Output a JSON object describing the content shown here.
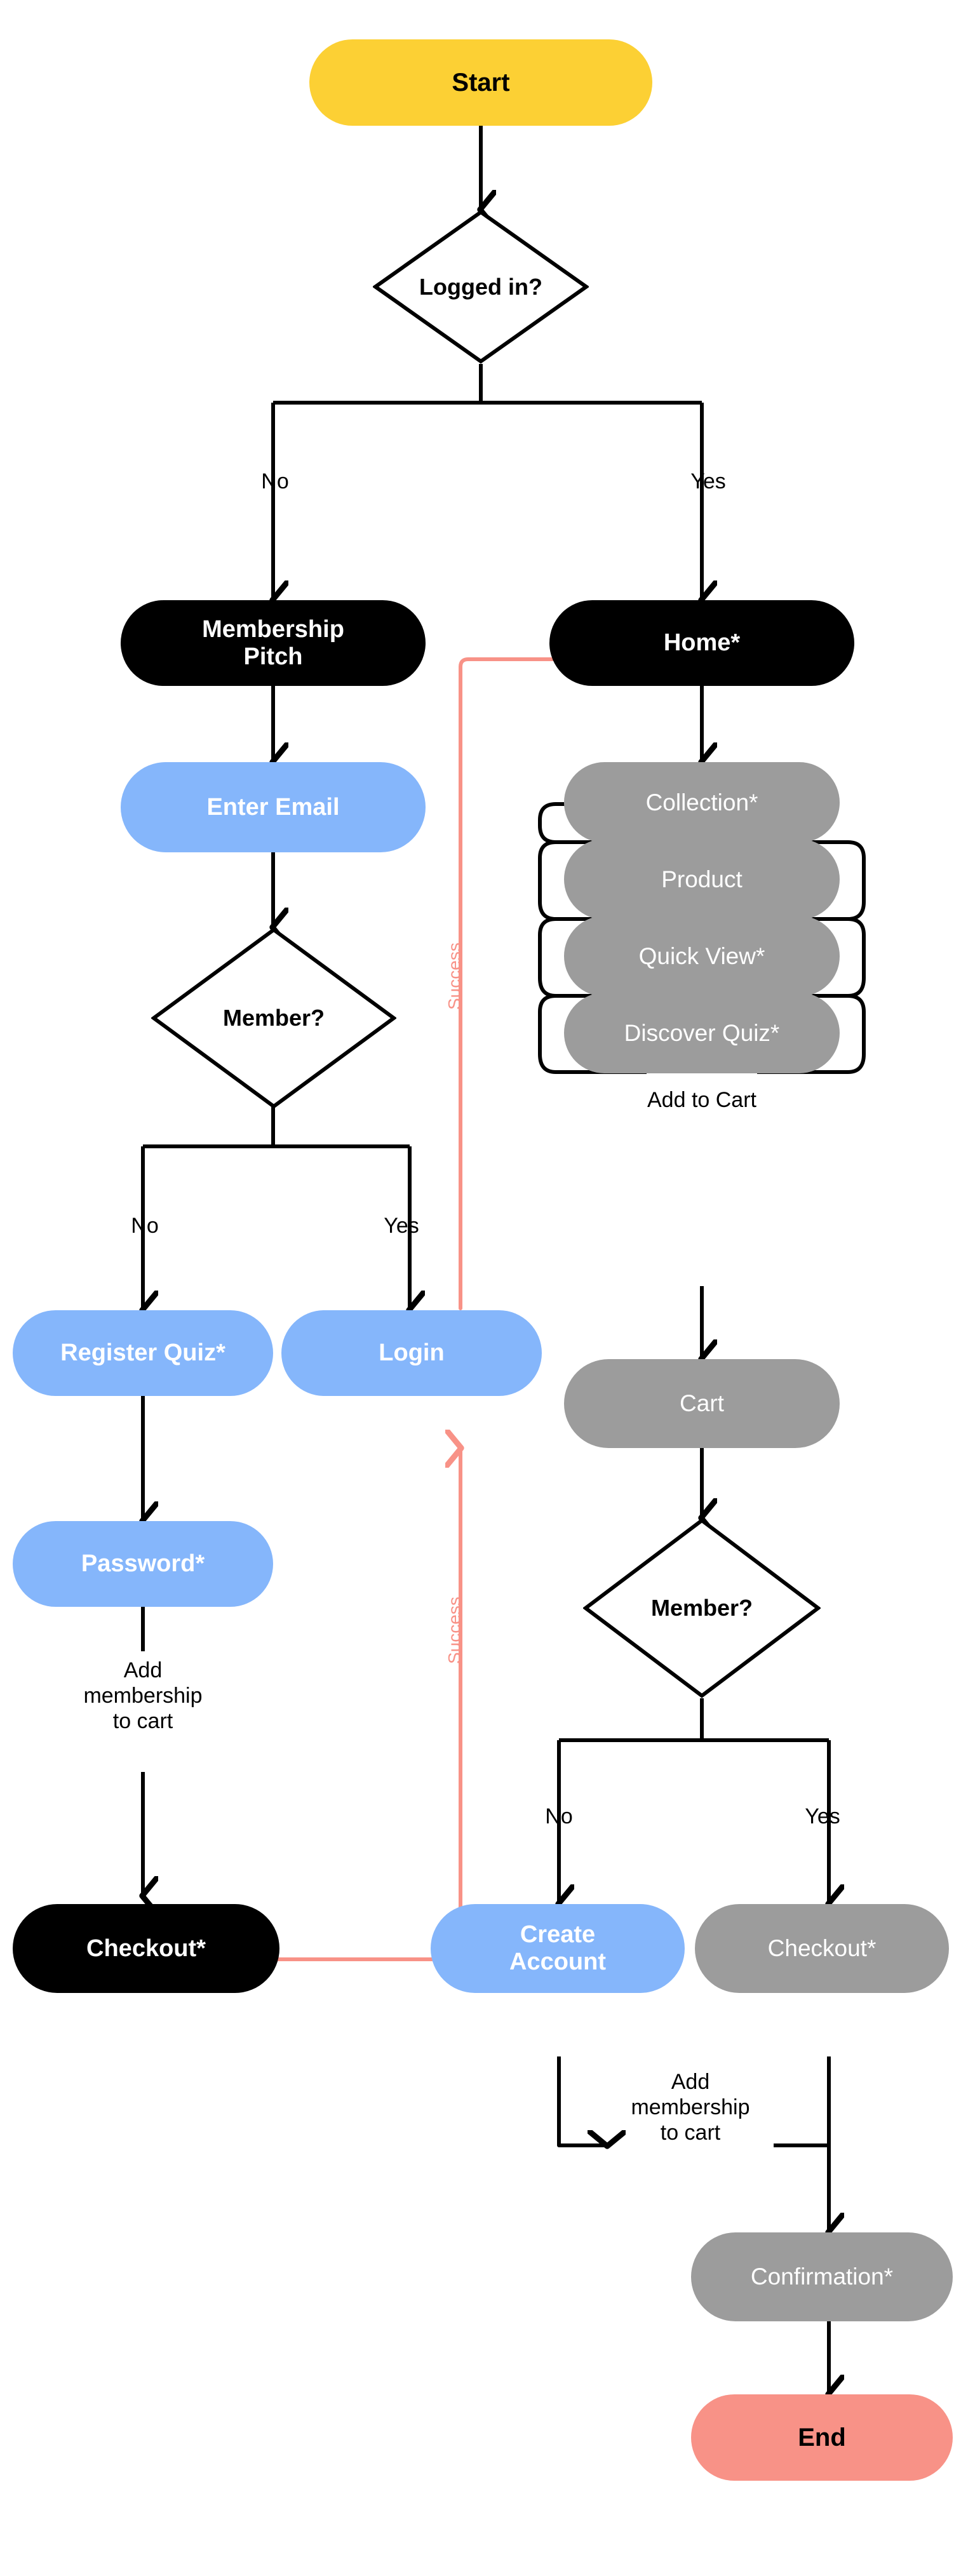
{
  "diagram": {
    "title": "Membership signup and checkout flowchart",
    "colors": {
      "start": "#FCD034",
      "end": "#F89287",
      "black_node": "#000000",
      "blue_node": "#85B6FB",
      "gray_node": "#9C9C9C",
      "success_arrow": "#F89287",
      "line": "#000000",
      "background": "#FFFFFF"
    },
    "nodes": {
      "start": "Start",
      "logged_in": "Logged in?",
      "membership_pitch": "Membership\nPitch",
      "home": "Home*",
      "enter_email": "Enter Email",
      "collection": "Collection*",
      "product": "Product",
      "quick_view": "Quick View*",
      "discover_quiz": "Discover Quiz*",
      "member_left": "Member?",
      "register_quiz": "Register Quiz*",
      "login": "Login",
      "cart": "Cart",
      "password": "Password*",
      "member_right": "Member?",
      "checkout_left": "Checkout*",
      "create_account": "Create\nAccount",
      "checkout_right": "Checkout*",
      "confirmation": "Confirmation*",
      "end": "End"
    },
    "edge_labels": {
      "logged_in_no": "No",
      "logged_in_yes": "Yes",
      "member_left_no": "No",
      "member_left_yes": "Yes",
      "member_right_no": "No",
      "member_right_yes": "Yes",
      "add_to_cart": "Add to Cart",
      "add_membership_left": "Add\nmembership\nto cart",
      "add_membership_right": "Add\nmembership\nto cart",
      "success_top": "Success",
      "success_bottom": "Success"
    }
  }
}
